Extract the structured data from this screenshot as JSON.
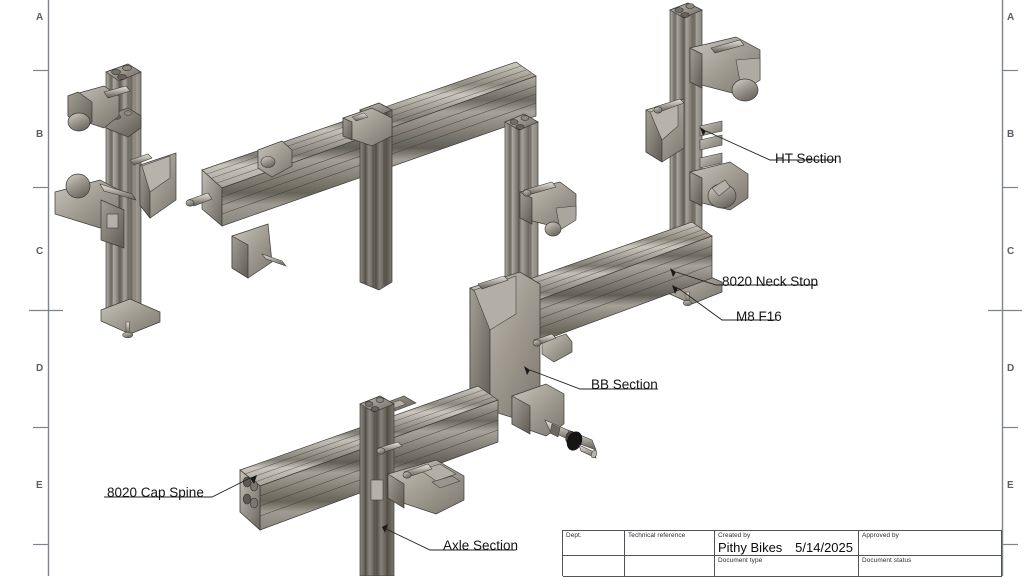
{
  "sheet": {
    "background_color": "#ffffff",
    "border_color": "#7d848c"
  },
  "margins": {
    "left_zone_letters": [
      "A",
      "B",
      "C",
      "D",
      "E"
    ],
    "right_zone_letters": [
      "A",
      "B",
      "C",
      "D",
      "E"
    ]
  },
  "model": {
    "description": "Isometric CAD view of a bicycle frame building jig assembled from 8020 aluminium extrusion",
    "material_color_light": "#cfcbc2",
    "material_color_mid": "#9d988d",
    "material_color_dark": "#6b675e",
    "outline_color": "#3b3b38"
  },
  "annotations": [
    {
      "id": "ht-section",
      "label": "HT Section"
    },
    {
      "id": "neck-stop",
      "label": "8020 Neck Stop"
    },
    {
      "id": "m8-f16",
      "label": "M8 F16"
    },
    {
      "id": "bb-section",
      "label": "BB Section"
    },
    {
      "id": "cap-spine",
      "label": "8020 Cap Spine"
    },
    {
      "id": "axle-section",
      "label": "Axle Section"
    }
  ],
  "title_block": {
    "dept_label": "Dept.",
    "dept_value": "",
    "technical_reference_label": "Technical reference",
    "technical_reference_value": "",
    "created_by_label": "Created by",
    "created_by_value": "Pithy Bikes",
    "created_date": "5/14/2025",
    "approved_by_label": "Approved by",
    "approved_by_value": "",
    "document_type_label": "Document type",
    "document_type_value": "",
    "document_status_label": "Document status",
    "document_status_value": ""
  }
}
